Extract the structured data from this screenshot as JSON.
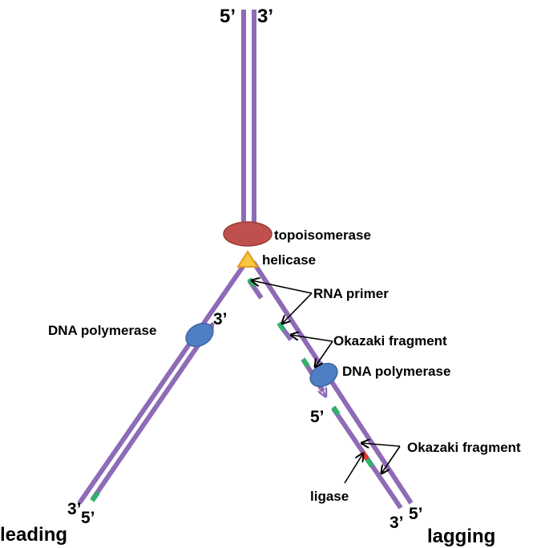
{
  "labels": {
    "top_left_end": "5’",
    "top_right_end": "3’",
    "topoisomerase": "topoisomerase",
    "helicase": "helicase",
    "rna_primer": "RNA primer",
    "okazaki_fragment_1": "Okazaki fragment",
    "dna_polymerase_leading": "DNA polymerase",
    "dna_polymerase_lagging": "DNA polymerase",
    "okazaki_fragment_2": "Okazaki fragment",
    "ligase": "ligase",
    "leading_new_3prime": "3’",
    "lagging_5prime": "5’",
    "bottom_left_3prime": "3’",
    "bottom_left_5prime": "5’",
    "bottom_right_3prime": "3’",
    "bottom_right_5prime": "5’",
    "leading": "leading",
    "lagging": "lagging"
  },
  "colors": {
    "dna_strand": "#8E6BB7",
    "topoisomerase": "#C0504D",
    "helicase": "#F5C842",
    "dna_polymerase": "#4F7FC2",
    "primer": "#2FB36A",
    "ligase": "#E8322C"
  }
}
